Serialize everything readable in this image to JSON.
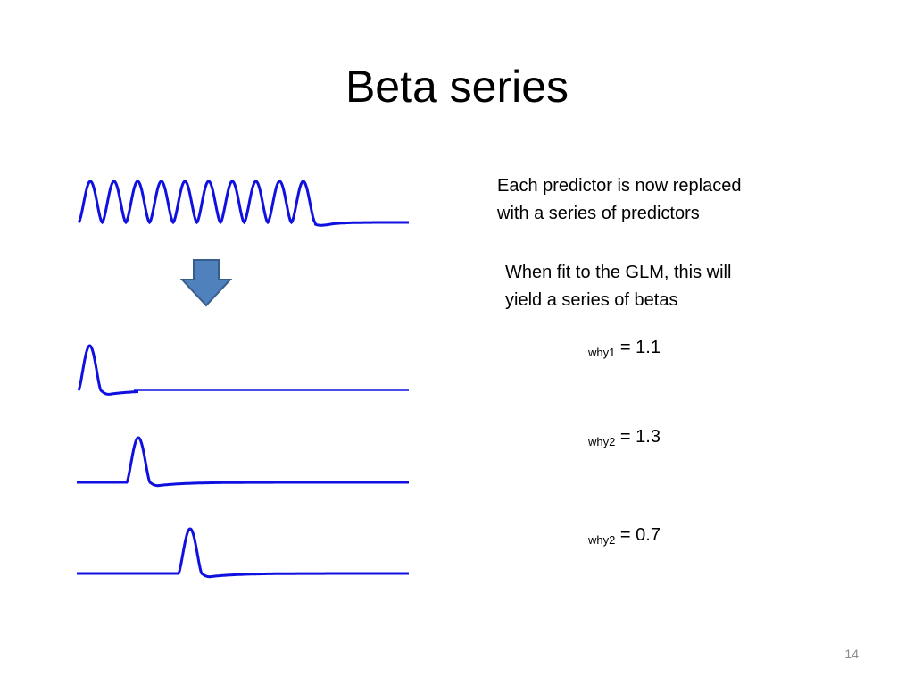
{
  "slide": {
    "title": "Beta series",
    "text1": [
      "Each predictor is now replaced",
      "with a series of predictors"
    ],
    "text2": [
      "When fit to the GLM, this will",
      "yield a series of betas"
    ],
    "betas": [
      {
        "sub": "why1",
        "expr": " = 1.1"
      },
      {
        "sub": "why2",
        "expr": " = 1.3"
      },
      {
        "sub": "why2",
        "expr": " = 0.7"
      }
    ],
    "page_number": "14"
  },
  "colors": {
    "wave": "#1010e0",
    "arrow_fill": "#4f81bd",
    "arrow_stroke": "#385d8a"
  },
  "icons": {
    "down_arrow": "down-arrow-icon"
  }
}
